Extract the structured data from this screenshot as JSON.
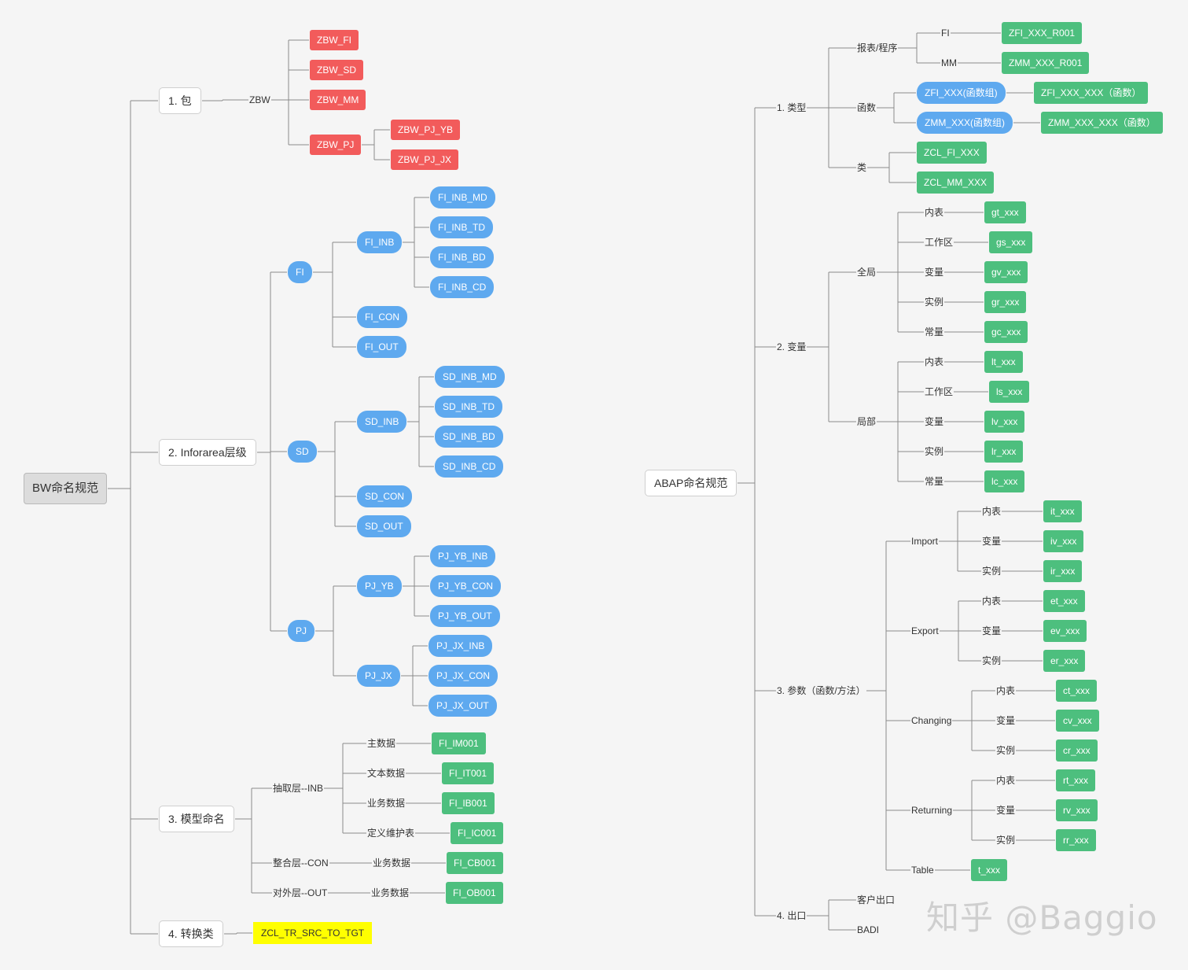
{
  "left": {
    "root": "BW命名规范",
    "pkg": {
      "label": "1. 包",
      "zbw": "ZBW",
      "fi": "ZBW_FI",
      "sd": "ZBW_SD",
      "mm": "ZBW_MM",
      "pj": "ZBW_PJ",
      "pj_yb": "ZBW_PJ_YB",
      "pj_jx": "ZBW_PJ_JX"
    },
    "infoarea": {
      "label": "2. Inforarea层级",
      "fi": "FI",
      "fi_inb": "FI_INB",
      "fi_inb_md": "FI_INB_MD",
      "fi_inb_td": "FI_INB_TD",
      "fi_inb_bd": "FI_INB_BD",
      "fi_inb_cd": "FI_INB_CD",
      "fi_con": "FI_CON",
      "fi_out": "FI_OUT",
      "sd": "SD",
      "sd_inb": "SD_INB",
      "sd_inb_md": "SD_INB_MD",
      "sd_inb_td": "SD_INB_TD",
      "sd_inb_bd": "SD_INB_BD",
      "sd_inb_cd": "SD_INB_CD",
      "sd_con": "SD_CON",
      "sd_out": "SD_OUT",
      "pj": "PJ",
      "pj_yb": "PJ_YB",
      "pj_yb_inb": "PJ_YB_INB",
      "pj_yb_con": "PJ_YB_CON",
      "pj_yb_out": "PJ_YB_OUT",
      "pj_jx": "PJ_JX",
      "pj_jx_inb": "PJ_JX_INB",
      "pj_jx_con": "PJ_JX_CON",
      "pj_jx_out": "PJ_JX_OUT"
    },
    "model": {
      "label": "3. 模型命名",
      "inb": "抽取层--INB",
      "master": "主数据",
      "master_v": "FI_IM001",
      "text": "文本数据",
      "text_v": "FI_IT001",
      "biz": "业务数据",
      "biz_v": "FI_IB001",
      "maint": "定义维护表",
      "maint_v": "FI_IC001",
      "con": "整合层--CON",
      "con_biz": "业务数据",
      "con_v": "FI_CB001",
      "out": "对外层--OUT",
      "out_biz": "业务数据",
      "out_v": "FI_OB001"
    },
    "conv": {
      "label": "4. 转换类",
      "value": "ZCL_TR_SRC_TO_TGT"
    }
  },
  "right": {
    "root": "ABAP命名规范",
    "type": {
      "label": "1. 类型",
      "report": "报表/程序",
      "fi": "FI",
      "fi_v": "ZFI_XXX_R001",
      "mm": "MM",
      "mm_v": "ZMM_XXX_R001",
      "func": "函数",
      "fg_fi": "ZFI_XXX(函数组)",
      "fg_fi_v": "ZFI_XXX_XXX（函数）",
      "fg_mm": "ZMM_XXX(函数组)",
      "fg_mm_v": "ZMM_XXX_XXX（函数）",
      "cls": "类",
      "cls_fi": "ZCL_FI_XXX",
      "cls_mm": "ZCL_MM_XXX"
    },
    "var": {
      "label": "2. 变量",
      "global": "全局",
      "g_it": "内表",
      "g_it_v": "gt_xxx",
      "g_wa": "工作区",
      "g_wa_v": "gs_xxx",
      "g_var": "变量",
      "g_var_v": "gv_xxx",
      "g_inst": "实例",
      "g_inst_v": "gr_xxx",
      "g_const": "常量",
      "g_const_v": "gc_xxx",
      "local": "局部",
      "l_it": "内表",
      "l_it_v": "lt_xxx",
      "l_wa": "工作区",
      "l_wa_v": "ls_xxx",
      "l_var": "变量",
      "l_var_v": "lv_xxx",
      "l_inst": "实例",
      "l_inst_v": "lr_xxx",
      "l_const": "常量",
      "l_const_v": "lc_xxx"
    },
    "param": {
      "label": "3. 参数（函数/方法）",
      "imp": "Import",
      "imp_it": "内表",
      "imp_it_v": "it_xxx",
      "imp_var": "变量",
      "imp_var_v": "iv_xxx",
      "imp_inst": "实例",
      "imp_inst_v": "ir_xxx",
      "exp": "Export",
      "exp_it": "内表",
      "exp_it_v": "et_xxx",
      "exp_var": "变量",
      "exp_var_v": "ev_xxx",
      "exp_inst": "实例",
      "exp_inst_v": "er_xxx",
      "chg": "Changing",
      "chg_it": "内表",
      "chg_it_v": "ct_xxx",
      "chg_var": "变量",
      "chg_var_v": "cv_xxx",
      "chg_inst": "实例",
      "chg_inst_v": "cr_xxx",
      "ret": "Returning",
      "ret_it": "内表",
      "ret_it_v": "rt_xxx",
      "ret_var": "变量",
      "ret_var_v": "rv_xxx",
      "ret_inst": "实例",
      "ret_inst_v": "rr_xxx",
      "tbl": "Table",
      "tbl_v": "t_xxx"
    },
    "exit": {
      "label": "4. 出口",
      "cust": "客户出口",
      "badi": "BADI"
    }
  },
  "watermark": "知乎 @Baggio",
  "colors": {
    "red": "#f25b5b",
    "blue": "#5ea9ef",
    "green": "#4dbf7e",
    "yellow": "#ffff00",
    "line": "#8a8a8a"
  }
}
